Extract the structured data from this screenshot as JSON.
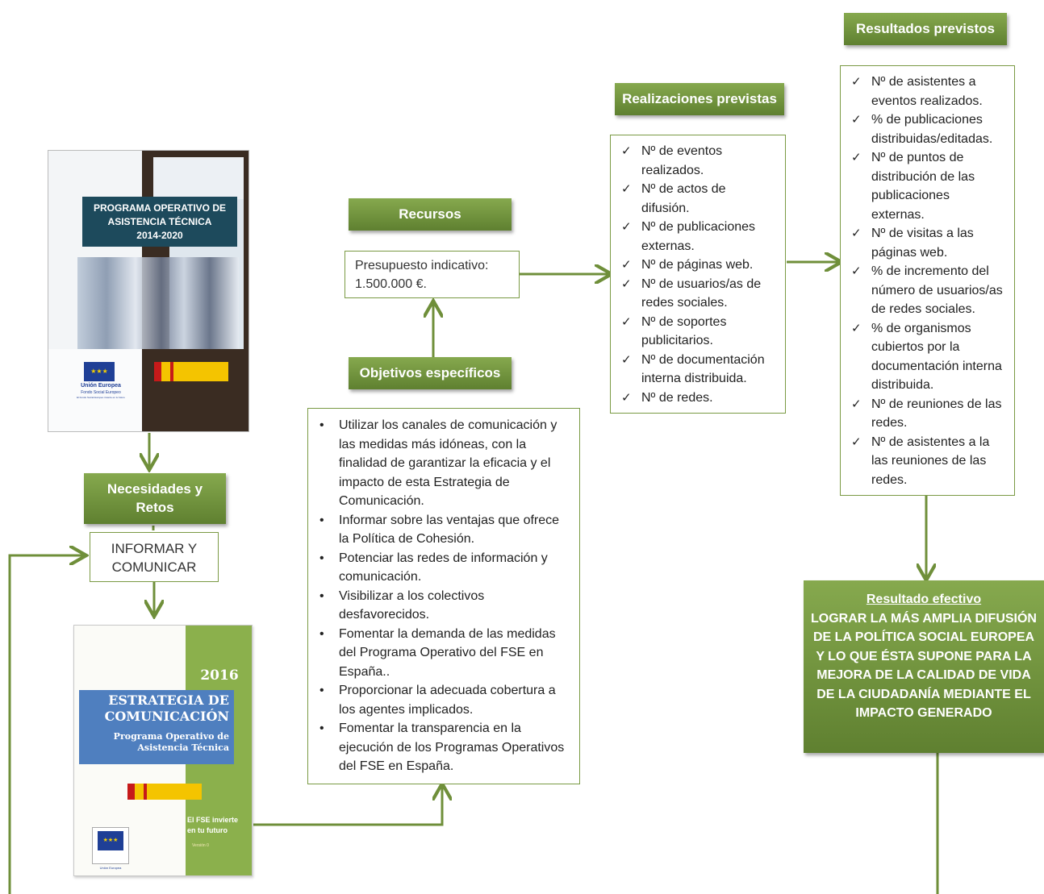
{
  "cover1": {
    "title_line1": "PROGRAMA OPERATIVO DE",
    "title_line2": "ASISTENCIA TÉCNICA",
    "years": "2014-2020",
    "eu_label": "Unión Europea",
    "eu_sub": "Fondo Social Europeo",
    "eu_tiny": "El Fondo Social Europeo invierte en tu futuro"
  },
  "needs": {
    "label_line1": "Necesidades y",
    "label_line2": "Retos"
  },
  "inform": {
    "line1": "INFORMAR Y",
    "line2": "COMUNICAR"
  },
  "cover2": {
    "year": "2016",
    "title_line1": "ESTRATEGIA DE",
    "title_line2": "COMUNICACIÓN",
    "subtitle_line1": "Programa Operativo de",
    "subtitle_line2": "Asistencia Técnica",
    "slogan_line1": "El FSE invierte",
    "slogan_line2": "en tu futuro",
    "version": "Versión 0",
    "eu_label": "Unión Europea"
  },
  "resources": {
    "label": "Recursos",
    "budget_line1": "Presupuesto indicativo:",
    "budget_line2": "1.500.000 €."
  },
  "objectives": {
    "label": "Objetivos específicos",
    "items": [
      "Utilizar los canales de comunicación y las medidas más idóneas, con la finalidad de garantizar la eficacia y el impacto de esta Estrategia de Comunicación.",
      "Informar sobre las ventajas que ofrece la Política de Cohesión.",
      "Potenciar las redes de información y comunicación.",
      "Visibilizar a los colectivos desfavorecidos.",
      "Fomentar la demanda de las medidas del Programa Operativo del FSE en España..",
      "Proporcionar la adecuada cobertura a los agentes implicados.",
      "Fomentar la transparencia en la ejecución de los Programas Operativos del FSE en España."
    ]
  },
  "outputs": {
    "label": "Realizaciones previstas",
    "items": [
      "Nº de eventos realizados.",
      "Nº de actos de difusión.",
      "Nº de publicaciones externas.",
      "Nº de páginas web.",
      "Nº de usuarios/as de redes sociales.",
      "Nº de soportes publicitarios.",
      "Nº de documentación interna distribuida.",
      "Nº de redes."
    ]
  },
  "results": {
    "label": "Resultados previstos",
    "items": [
      "Nº de asistentes a eventos realizados.",
      "% de publicaciones distribuidas/editadas.",
      "Nº de puntos de distribución de las publicaciones externas.",
      "Nº de visitas a las páginas web.",
      "% de incremento del número de usuarios/as de redes sociales.",
      "% de organismos cubiertos por la documentación interna distribuida.",
      "Nº de reuniones de las redes.",
      "Nº de asistentes a la las reuniones de las redes."
    ]
  },
  "effective": {
    "heading": "Resultado efectivo",
    "text": "LOGRAR LA MÁS AMPLIA DIFUSIÓN DE LA POLÍTICA SOCIAL EUROPEA Y LO QUE ÉSTA SUPONE PARA LA MEJORA DE LA CALIDAD DE VIDA DE LA CIUDADANÍA MEDIANTE EL IMPACTO GENERADO"
  }
}
